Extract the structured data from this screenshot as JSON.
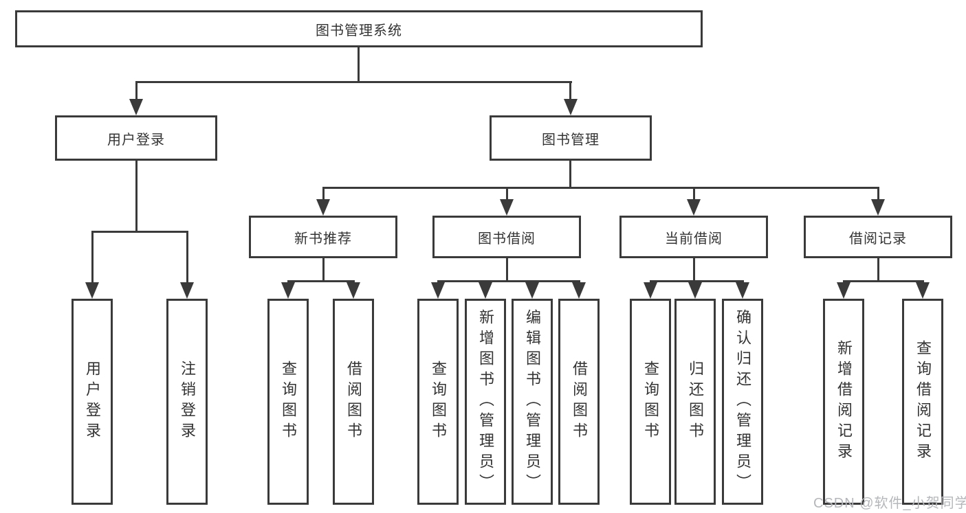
{
  "diagram": {
    "root": {
      "label": "图书管理系统"
    },
    "level2": [
      {
        "label": "用户登录"
      },
      {
        "label": "图书管理"
      }
    ],
    "level3": [
      {
        "label": "新书推荐"
      },
      {
        "label": "图书借阅"
      },
      {
        "label": "当前借阅"
      },
      {
        "label": "借阅记录"
      }
    ],
    "leaves": {
      "login": [
        {
          "label": "用户登录"
        },
        {
          "label": "注销登录"
        }
      ],
      "new_books": [
        {
          "label": "查询图书"
        },
        {
          "label": "借阅图书"
        }
      ],
      "borrowing": [
        {
          "label": "查询图书"
        },
        {
          "label": "新增图书（管理员）"
        },
        {
          "label": "编辑图书（管理员）"
        },
        {
          "label": "借阅图书"
        }
      ],
      "current": [
        {
          "label": "查询图书"
        },
        {
          "label": "归还图书"
        },
        {
          "label": "确认归还（管理员）"
        }
      ],
      "records": [
        {
          "label": "新增借阅记录"
        },
        {
          "label": "查询借阅记录"
        }
      ]
    }
  },
  "watermark": {
    "text": "CSDN @软件_小贺同学"
  },
  "colors": {
    "line": "#3a3a3a",
    "text": "#333333",
    "watermark": "#b5b7ba",
    "background": "#ffffff"
  }
}
